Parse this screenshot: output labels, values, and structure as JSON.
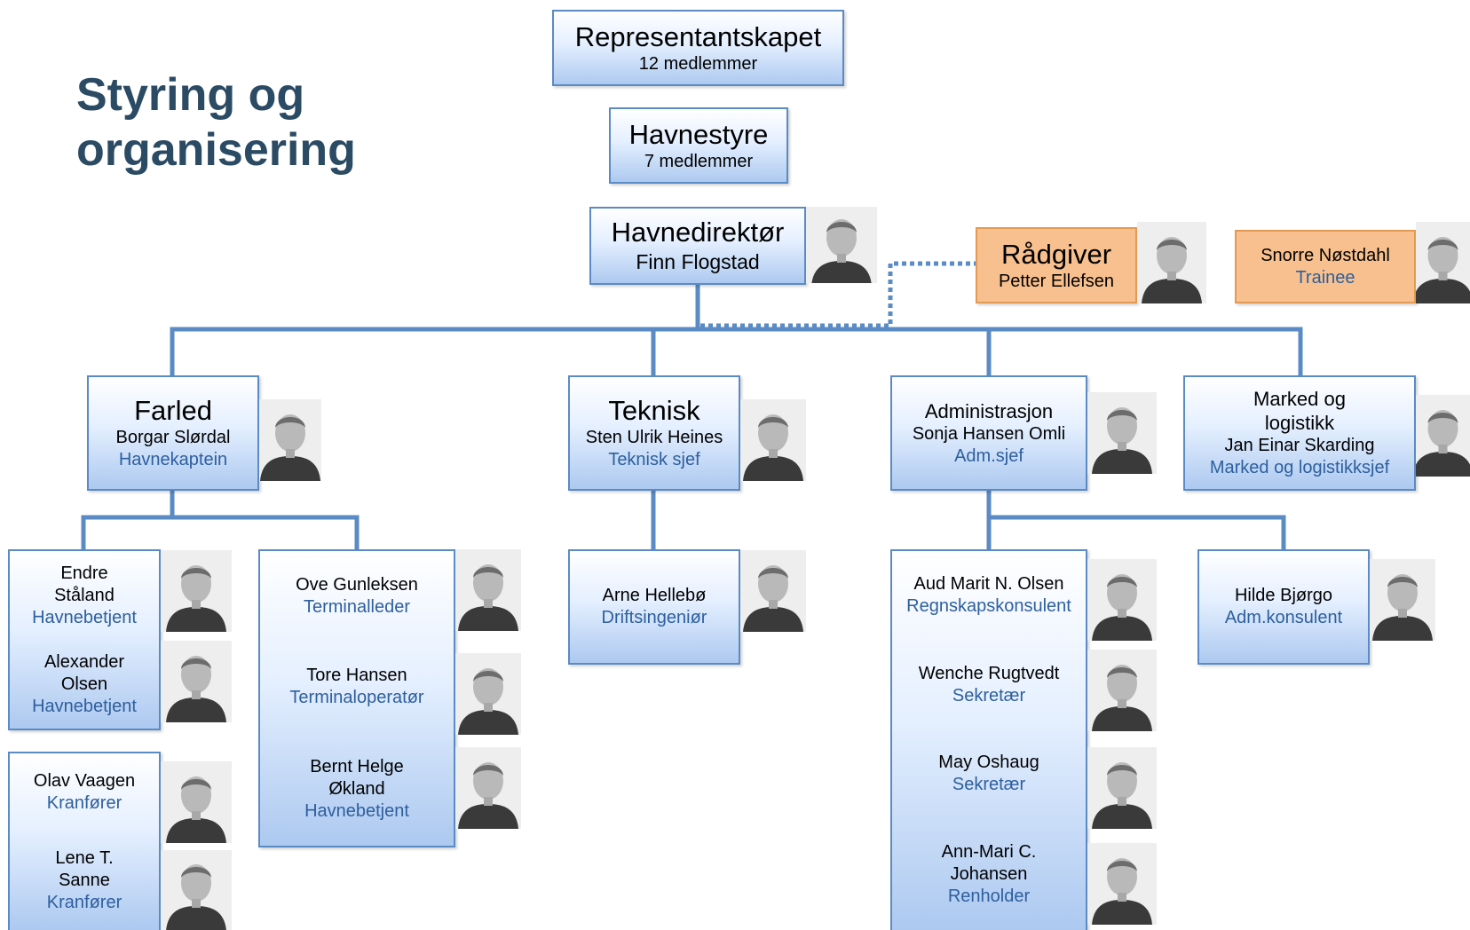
{
  "title": "Styring og\norganisering",
  "representantskapet": {
    "name": "Representantskapet",
    "members": "12 medlemmer"
  },
  "havnestyre": {
    "name": "Havnestyre",
    "members": "7 medlemmer"
  },
  "havnedirektor": {
    "title": "Havnedirektør",
    "name": "Finn Flogstad"
  },
  "radgiver": {
    "title": "Rådgiver",
    "name": "Petter Ellefsen"
  },
  "trainee": {
    "name": "Snorre Nøstdahl",
    "role": "Trainee"
  },
  "farled": {
    "title": "Farled",
    "name": "Borgar Slørdal",
    "role": "Havnekaptein"
  },
  "teknisk": {
    "title": "Teknisk",
    "name": "Sten Ulrik Heines",
    "role": "Teknisk sjef"
  },
  "administrasjon": {
    "title": "Administrasjon",
    "name": "Sonja Hansen Omli",
    "role": "Adm.sjef"
  },
  "marked": {
    "title": "Marked og\nlogistikk",
    "name": "Jan Einar Skarding",
    "role": "Marked og logistikksjef"
  },
  "havnebetjenter": [
    {
      "name": "Endre\nStåland",
      "role": "Havnebetjent"
    },
    {
      "name": "Alexander\nOlsen",
      "role": "Havnebetjent"
    }
  ],
  "kranforere": [
    {
      "name": "Olav Vaagen",
      "role": "Kranfører"
    },
    {
      "name": "Lene T.\nSanne",
      "role": "Kranfører"
    }
  ],
  "terminal": [
    {
      "name": "Ove Gunleksen",
      "role": "Terminalleder"
    },
    {
      "name": "Tore Hansen",
      "role": "Terminaloperatør"
    },
    {
      "name": "Bernt Helge\nØkland",
      "role": "Havnebetjent"
    }
  ],
  "drift": {
    "name": "Arne Hellebø",
    "role": "Driftsingeniør"
  },
  "admin_staff": [
    {
      "name": "Aud Marit N. Olsen",
      "role": "Regnskapskonsulent"
    },
    {
      "name": "Wenche Rugtvedt",
      "role": "Sekretær"
    },
    {
      "name": "May Oshaug",
      "role": "Sekretær"
    },
    {
      "name": "Ann-Mari C.\nJohansen",
      "role": "Renholder"
    }
  ],
  "adm_konsulent": {
    "name": "Hilde Bjørgo",
    "role": "Adm.konsulent"
  },
  "colors": {
    "line": "#5b8bc4",
    "box_border": "#5b8bc4",
    "role_text": "#2d5f9e",
    "title": "#2b4a63",
    "orange_box": "#f8c08e"
  }
}
